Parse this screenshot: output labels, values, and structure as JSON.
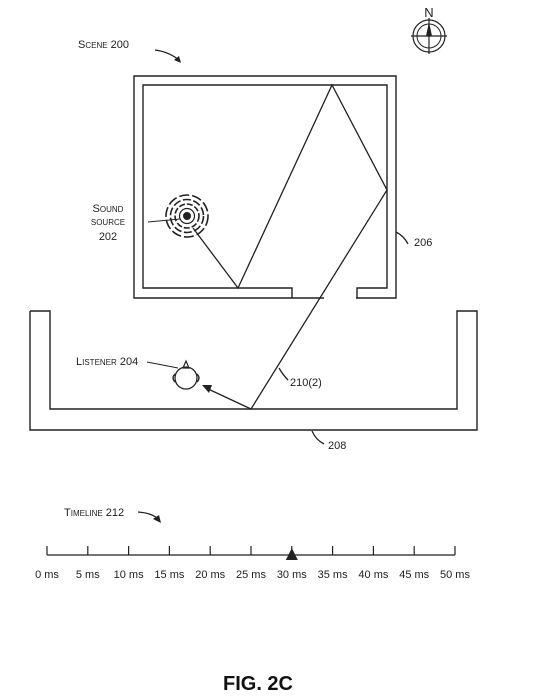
{
  "scene": {
    "label": "Scene 200",
    "room_label": "206",
    "corridor_label": "208",
    "path_label": "210(2)"
  },
  "sound_source": {
    "label_line1": "Sound",
    "label_line2": "source",
    "label_line3": "202"
  },
  "listener": {
    "label": "Listener 204"
  },
  "compass": {
    "label": "N",
    "icon": "compass-icon"
  },
  "timeline": {
    "label": "Timeline 212",
    "ticks": [
      "0 ms",
      "5 ms",
      "10 ms",
      "15 ms",
      "20 ms",
      "25 ms",
      "30 ms",
      "35 ms",
      "40 ms",
      "45 ms",
      "50 ms"
    ],
    "marker_ms": 30,
    "min_ms": 0,
    "max_ms": 50
  },
  "figure": {
    "caption": "FIG. 2C"
  }
}
